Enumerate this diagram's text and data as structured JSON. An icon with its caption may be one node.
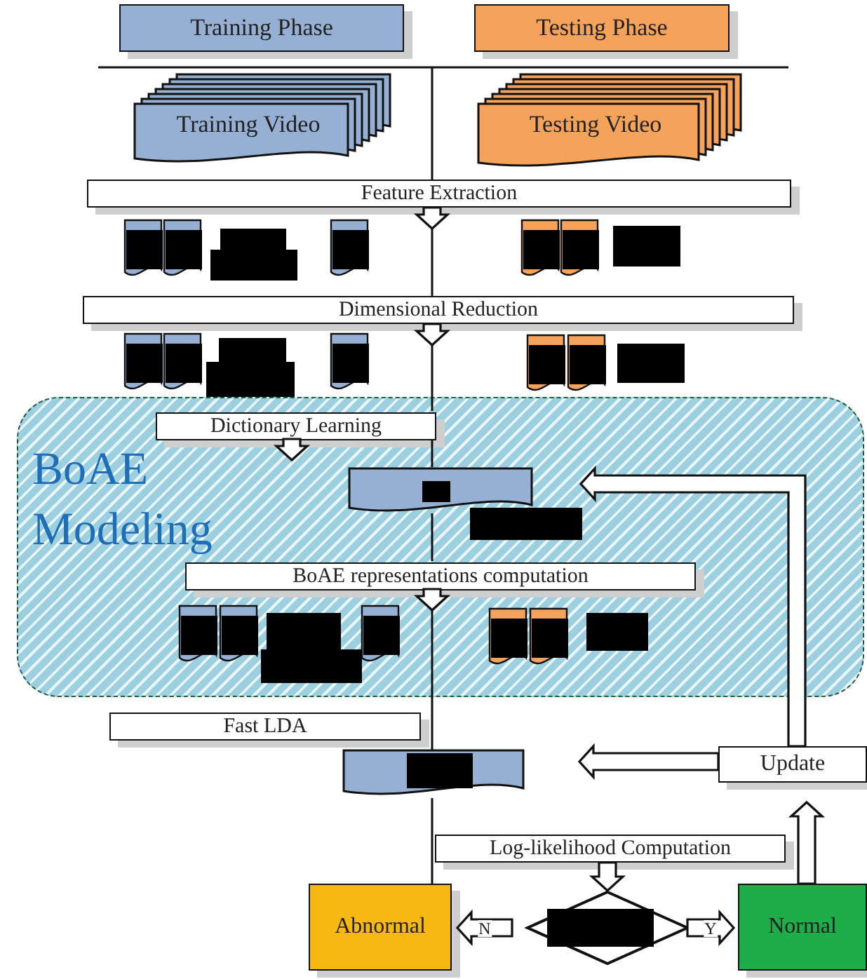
{
  "diagram": {
    "nodes": [
      {
        "text": [
          "Training Phase"
        ]
      },
      {
        "text": [
          "Testing Phase"
        ]
      },
      {
        "text": [
          "Training Video"
        ]
      },
      {
        "text": [
          "Testing Video"
        ]
      },
      {
        "text": [
          "Feature Extraction"
        ]
      },
      {
        "text": [
          "Dimensional Reduction"
        ]
      },
      {
        "text": [
          "BoAE Modeling"
        ]
      },
      {
        "text": [
          "Dictionary Learning"
        ],
        "in": 6
      },
      {
        "text": [],
        "shape": "document",
        "in": 6
      },
      {
        "text": [
          "BoAE representations computation"
        ],
        "in": 6
      },
      {
        "text": [
          "Fast LDA"
        ]
      },
      {
        "text": [],
        "shape": "document"
      },
      {
        "text": [
          "Update"
        ]
      },
      {
        "text": [
          "Log-likelihood Computation"
        ]
      },
      {
        "text": [],
        "shape": "diamond"
      },
      {
        "text": [
          "Abnormal"
        ]
      },
      {
        "text": [
          "Normal"
        ]
      }
    ],
    "edges": [
      {
        "from": 4,
        "to": null,
        "arrow": "to"
      },
      {
        "from": 5,
        "to": null,
        "arrow": "to"
      },
      {
        "from": 7,
        "to": null,
        "arrow": "to"
      },
      {
        "from": 9,
        "to": null,
        "arrow": "to"
      },
      {
        "from": 13,
        "to": 14,
        "arrow": "to"
      },
      {
        "from": 14,
        "to": 15,
        "arrow": "to",
        "label": "N"
      },
      {
        "from": 14,
        "to": 16,
        "arrow": "to",
        "label": "Y"
      },
      {
        "from": 16,
        "to": 12,
        "arrow": "to"
      },
      {
        "from": 12,
        "to": 11,
        "arrow": "to"
      },
      {
        "from": 12,
        "to": 8,
        "arrow": "to"
      }
    ]
  }
}
